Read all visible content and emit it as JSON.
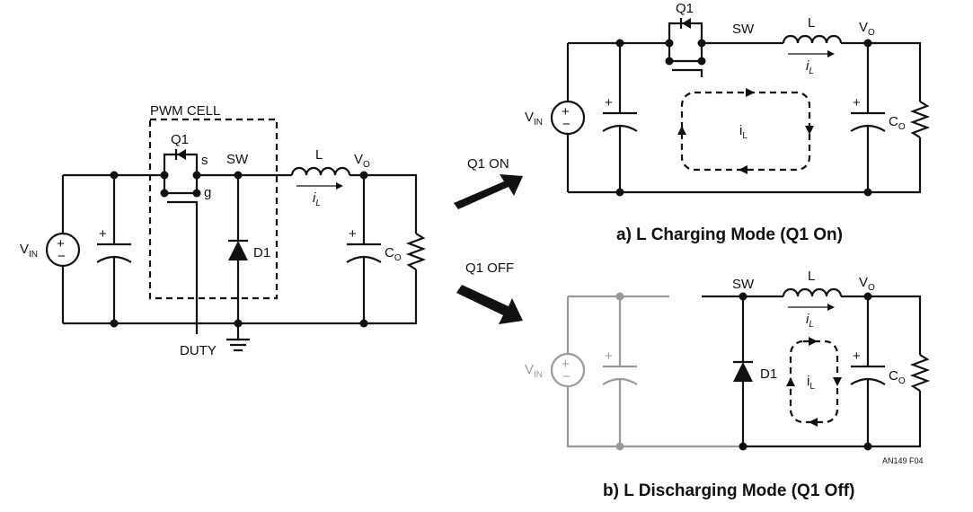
{
  "labels": {
    "pwm_cell": "PWM CELL",
    "q1": "Q1",
    "s": "s",
    "g": "g",
    "sw": "SW",
    "l": "L",
    "v": "V",
    "o_sub": "O",
    "in_sub": "IN",
    "c": "C",
    "d1": "D1",
    "duty": "DUTY",
    "i": "i",
    "l_sub": "L",
    "plus": "+",
    "minus": "−",
    "q1_on": "Q1 ON",
    "q1_off": "Q1 OFF"
  },
  "captions": {
    "a": "a) L Charging Mode (Q1 On)",
    "b": "b) L Discharging Mode (Q1 Off)"
  },
  "figure_id": "AN149 F04",
  "colors": {
    "wire": "#111111",
    "inactive": "#999999"
  }
}
